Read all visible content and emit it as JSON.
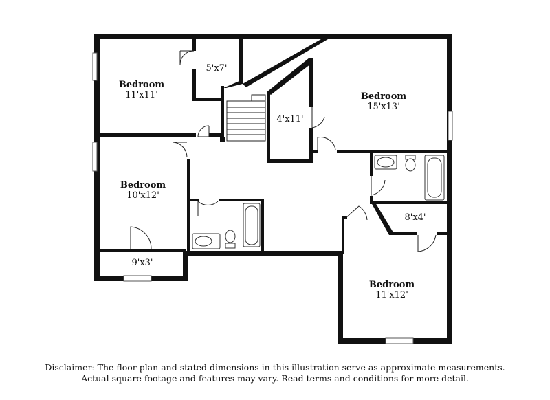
{
  "rooms": {
    "bedroom_nw": {
      "label": "Bedroom",
      "dim": "11'x11'"
    },
    "closet_top": {
      "label": "",
      "dim": "5'x7'"
    },
    "closet_center": {
      "label": "",
      "dim": "4'x11'"
    },
    "bedroom_ne": {
      "label": "Bedroom",
      "dim": "15'x13'"
    },
    "bedroom_w": {
      "label": "Bedroom",
      "dim": "10'x12'"
    },
    "closet_sw": {
      "label": "",
      "dim": "9'x3'"
    },
    "closet_se": {
      "label": "",
      "dim": "8'x4'"
    },
    "bedroom_se": {
      "label": "Bedroom",
      "dim": "11'x12'"
    }
  },
  "disclaimer": {
    "line1": "Disclaimer: The floor plan and stated dimensions in this illustration serve as approximate measurements.",
    "line2": "Actual square footage and features may vary. Read terms and conditions for more detail."
  }
}
